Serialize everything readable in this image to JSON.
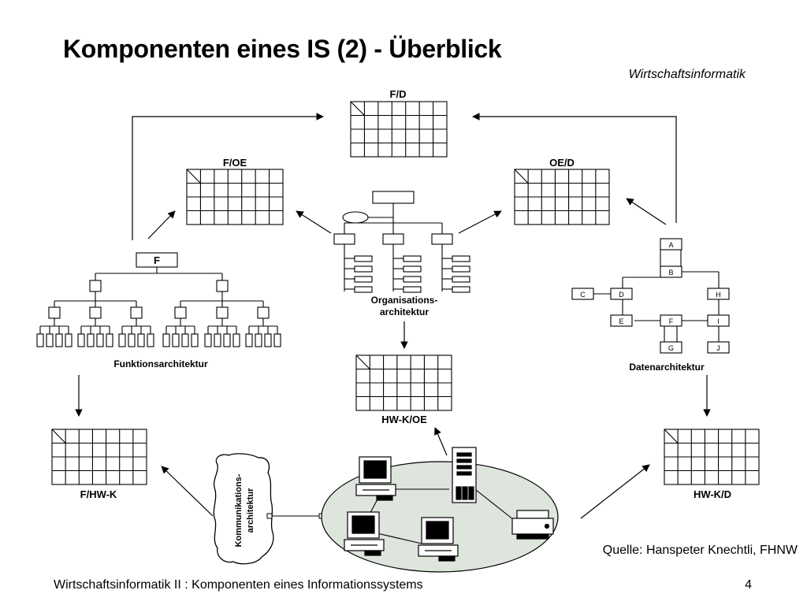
{
  "slide": {
    "title": "Komponenten eines IS (2) - Überblick",
    "subtitle": "Wirtschaftsinformatik",
    "source": "Quelle: Hanspeter Knechtli, FHNW",
    "footer": "Wirtschaftsinformatik II : Komponenten eines Informationssystems",
    "page_number": "4"
  },
  "matrices": {
    "fd": "F/D",
    "foe": "F/OE",
    "oed": "OE/D",
    "hwkoe": "HW-K/OE",
    "fhwk": "F/HW-K",
    "hwkd": "HW-K/D"
  },
  "function_arch": {
    "root": "F",
    "caption": "Funktionsarchitektur"
  },
  "org_arch": {
    "caption_line1": "Organisations-",
    "caption_line2": "architektur"
  },
  "data_arch": {
    "caption": "Datenarchitektur",
    "nodes": [
      "A",
      "B",
      "C",
      "D",
      "E",
      "F",
      "G",
      "H",
      "I",
      "J"
    ]
  },
  "comm_arch": {
    "caption_line1": "Kommunikations-",
    "caption_line2": "architektur"
  },
  "colors": {
    "network_fill": "#dde5dc",
    "line": "#000000"
  }
}
